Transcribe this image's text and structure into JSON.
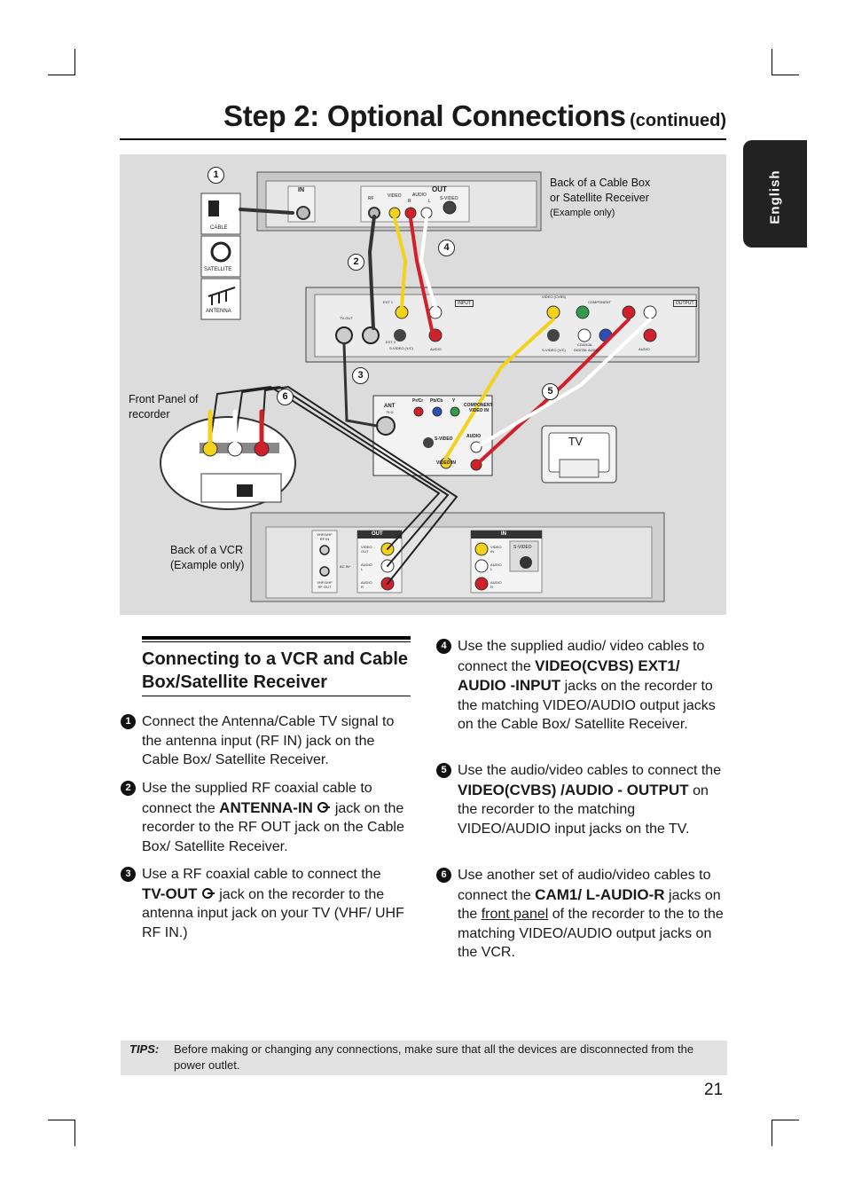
{
  "header": {
    "title": "Step 2: Optional Connections",
    "subtitle": "(continued)",
    "language_tab": "English"
  },
  "diagram": {
    "callouts": [
      "1",
      "2",
      "3",
      "4",
      "5",
      "6"
    ],
    "labels": {
      "cable_box": "Back of a Cable Box",
      "cable_box2": "or Satellite Receiver",
      "cable_box_note": "(Example only)",
      "front_panel": "Front Panel of",
      "front_panel2": "recorder",
      "vcr": "Back of a VCR",
      "vcr_note": "(Example only)",
      "tv": "TV"
    },
    "device_text": {
      "box_in": "IN",
      "box_out": "OUT",
      "box_rf": "RF",
      "box_video": "VIDEO",
      "box_audio": "AUDIO",
      "box_r": "R",
      "box_l": "L",
      "box_svideo": "S-VIDEO",
      "ant_cable": "CABLE",
      "ant_satellite": "SATELLITE",
      "ant_antenna": "ANTENNA",
      "rec_input": "INPUT",
      "rec_output": "OUTPUT",
      "rec_tvout": "TV-OUT",
      "rec_ext1": "EXT 1",
      "rec_ext2": "EXT 2",
      "rec_video_cvbs": "VIDEO (CVBS)",
      "rec_component": "COMPONENT",
      "rec_svideo": "S-VIDEO (Y/C)",
      "rec_coaxial": "COAXIAL",
      "rec_digital_audio": "DIGITAL AUDIO",
      "rec_audio": "AUDIO",
      "tv_ant": "ANT",
      "tv_ohm": "75 Ω",
      "tv_pr": "Pr/Cr",
      "tv_pb": "Pb/Cb",
      "tv_y": "Y",
      "tv_component": "COMPONENT",
      "tv_video_in_a": "VIDEO IN",
      "tv_svideo": "S-VIDEO",
      "tv_audio": "AUDIO",
      "tv_video_in": "VIDEO IN",
      "vcr_vhf_in": "VHF/UHF",
      "vcr_rf_in": "RF IN",
      "vcr_vhf_out": "VHF/UHF",
      "vcr_rf_out": "RF OUT",
      "vcr_out": "OUT",
      "vcr_in": "IN",
      "vcr_video_out": "VIDEO",
      "vcr_out2": "OUT",
      "vcr_ac_in": "AC IN~",
      "vcr_audio": "AUDIO",
      "vcr_l": "L",
      "vcr_r": "R",
      "vcr_video_in": "VIDEO",
      "vcr_in2": "IN",
      "vcr_svideo": "S-VIDEO"
    }
  },
  "section": {
    "title": "Connecting to a VCR and Cable Box/Satellite Receiver"
  },
  "steps": [
    {
      "num": "1",
      "text": "Connect the Antenna/Cable TV signal to the antenna input (RF IN) jack on the Cable Box/ Satellite Receiver."
    },
    {
      "num": "2",
      "pre": "Use the supplied RF coaxial cable to connect the ",
      "kw": "ANTENNA-IN",
      "post": " jack on the recorder to the RF OUT jack on the Cable Box/ Satellite Receiver."
    },
    {
      "num": "3",
      "pre": "Use a RF coaxial cable to connect the ",
      "kw": "TV-OUT",
      "post": " jack on the recorder to the antenna input jack on your TV (VHF/ UHF RF IN.)"
    },
    {
      "num": "4",
      "pre": "Use the supplied audio/ video cables to connect the ",
      "kw": "VIDEO(CVBS) EXT1/ AUDIO -INPUT",
      "post": " jacks on the recorder to the matching VIDEO/AUDIO output jacks on the Cable Box/ Satellite Receiver."
    },
    {
      "num": "5",
      "pre": "Use the audio/video cables to connect the ",
      "kw": "VIDEO(CVBS) /AUDIO - OUTPUT",
      "post": " on the recorder to the matching VIDEO/AUDIO input jacks on the TV."
    },
    {
      "num": "6",
      "pre": "Use another set of audio/video cables to connect the ",
      "kw": "CAM1/ L-AUDIO-R",
      "mid": " jacks on the ",
      "link": "front panel",
      "post": " of the recorder to the to the matching VIDEO/AUDIO output jacks on the VCR."
    }
  ],
  "tips": {
    "label": "TIPS:",
    "text": "Before making or changing any connections, make sure that all the devices are disconnected from the power outlet."
  },
  "page_number": "21",
  "colors": {
    "diagram_bg": "#dcdcdc",
    "cable_yellow": "#f2d21a",
    "cable_white": "#f4f4f4",
    "cable_red": "#d0202a",
    "tab_bg": "#222222"
  }
}
